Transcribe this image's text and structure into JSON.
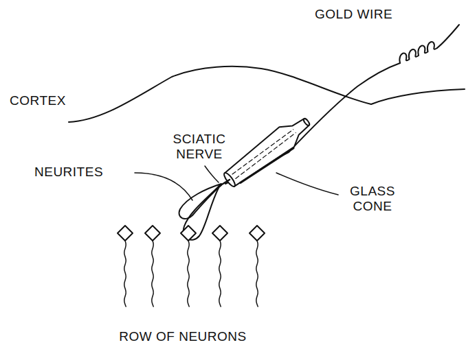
{
  "diagram": {
    "labels": [
      "GOLD WIRE",
      "CORTEX",
      "SCIATIC NERVE",
      "NEURITES",
      "GLASS CONE",
      "ROW OF NEURONS"
    ]
  }
}
